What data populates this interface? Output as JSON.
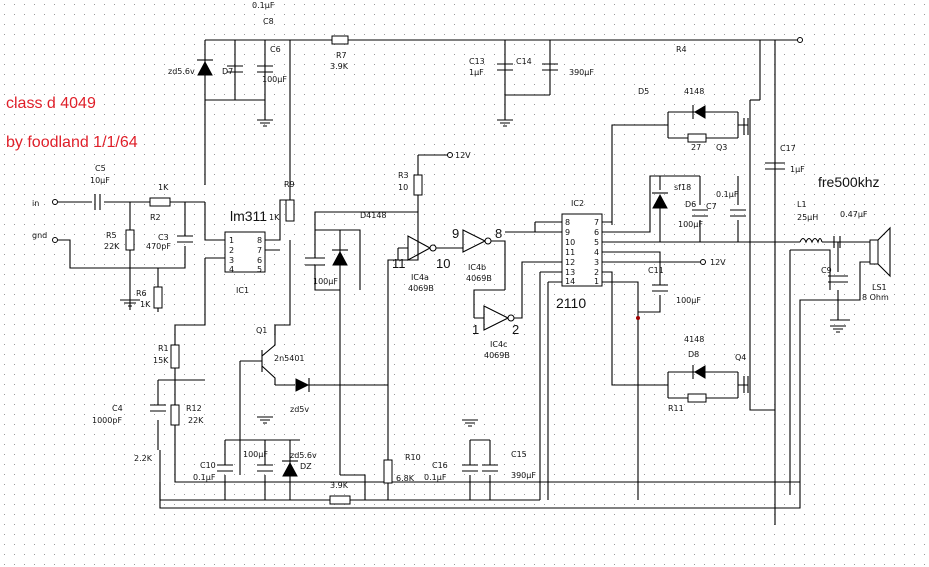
{
  "title": {
    "line1": "class d 4049",
    "line2": "by foodland 1/1/64",
    "color": "#e0202a"
  },
  "chips": {
    "comparator": "lm311",
    "comparator_ref": "IC1",
    "driver": "2110",
    "driver_ref": "IC2",
    "ic4a": "IC4a",
    "ic4a_part": "4069B",
    "ic4b": "IC4b",
    "ic4b_part": "4069B",
    "ic4c": "IC4c",
    "ic4c_part": "4069B"
  },
  "pins": {
    "ic4a_in": "11",
    "ic4a_out": "10",
    "ic4b_in": "9",
    "ic4b_out": "8",
    "ic4c_in": "1",
    "ic4c_out": "2",
    "ic1_left": [
      "1",
      "2",
      "3",
      "4"
    ],
    "ic1_right": [
      "8",
      "7",
      "6",
      "5"
    ],
    "ic2_left": [
      "8",
      "9",
      "10",
      "11",
      "12",
      "13",
      "14"
    ],
    "ic2_right": [
      "7",
      "6",
      "5",
      "4",
      "3",
      "2",
      "1"
    ]
  },
  "labels": {
    "in": "in",
    "gnd": "gnd",
    "v12_top": "12V",
    "v12_right": "12V",
    "freq": "fre500khz",
    "d4148": "D4148",
    "c8_top": "0.1µF"
  },
  "components": {
    "c8": "C8",
    "c6": "C6",
    "c6_val": "100µF",
    "z1": "zd5.6v",
    "z1_ref": "D7",
    "r7": "R7",
    "r7_val": "3.9K",
    "c13": "C13",
    "c13_val": "1µF",
    "c14": "C14",
    "c14_val": "390µF",
    "r4": "R4",
    "d5": "D5",
    "d5_part": "4148",
    "r27": "27",
    "q3": "Q3",
    "c17": "C17",
    "c17_val": "1µF",
    "c5": "C5",
    "c5_val": "10µF",
    "r2": "R2",
    "r2_val": "1K",
    "r5": "R5",
    "r5_val": "22K",
    "c3": "C3",
    "c3_val": "470pF",
    "r6": "R6",
    "r6_val": "1K",
    "r9": "R9",
    "r9_val": "1K",
    "r3": "R3",
    "r3_val": "10",
    "c_mid": "100µF",
    "sf18": "sf18",
    "d6": "D6",
    "c7": "C7",
    "c7_val": "0.1µF",
    "c_d6": "100µF",
    "c11": "C11",
    "c11_val": "100µF",
    "l1": "L1",
    "l1_val": "25µH",
    "c_out": "0.47µF",
    "c9": "C9",
    "ls1": "LS1",
    "ls1_val": "8 Ohm",
    "q1": "Q1",
    "q1_part": "2n5401",
    "zd5v": "zd5v",
    "d8": "D8",
    "d8_part": "4148",
    "r11": "R11",
    "q4": "Q4",
    "r1": "R1",
    "r1_val": "15K",
    "c4": "C4",
    "c4_val": "1000pF",
    "r12": "R12",
    "r12_val": "22K",
    "r_bot": "2.2K",
    "c10": "C10",
    "c10_val": "0.1µF",
    "c_q1": "100µF",
    "dz": "DZ",
    "dz_part": "zd5.6v",
    "r_39k": "3.9K",
    "r10": "R10",
    "r10_val": "6.8K",
    "c16": "C16",
    "c16_val": "0.1µF",
    "c15": "C15",
    "c15_val": "390µF"
  }
}
